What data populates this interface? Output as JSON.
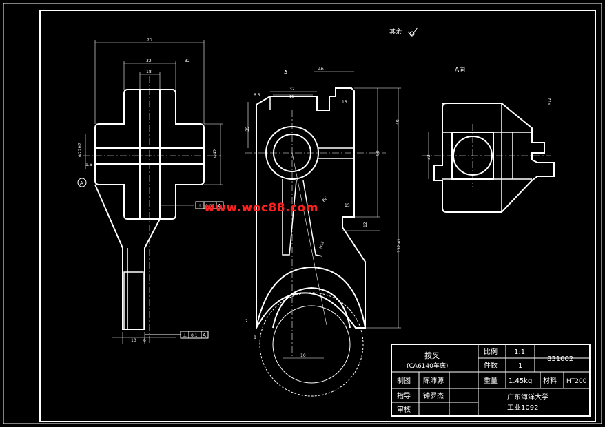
{
  "drawing": {
    "surface_note": "其余",
    "view_a_marker": "A",
    "view_a_title": "A向",
    "section_marker": "A"
  },
  "watermark": "www.woc88.com",
  "dimensions": {
    "d70": "70",
    "d32a": "32",
    "d32b": "32",
    "d18": "18",
    "d32c": "32",
    "d16": "16",
    "d15": "15",
    "d35": "35",
    "d40": "40",
    "d90": "90",
    "d42": "Φ42",
    "d46": "46",
    "d12": "12",
    "d15b": "15",
    "d13241": "132.41",
    "d10": "10",
    "d8": "8",
    "d6": "6",
    "d2": "2",
    "d65": "6.5",
    "d16b": "1.6",
    "d32d": "32",
    "dR": "R6",
    "dtol": "Φ22H7",
    "dM": "M12"
  },
  "gdt": {
    "frame1": [
      "⊥",
      "0.08",
      "A"
    ],
    "frame2": [
      "⊥",
      "0.1",
      "A"
    ]
  },
  "title_block": {
    "part_name": "拨叉",
    "machine": "(CA6140车床)",
    "scale_label": "比例",
    "scale_value": "1:1",
    "qty_label": "件数",
    "qty_value": "1",
    "drawing_no": "831002",
    "drawn_label": "制图",
    "drawn_by": "陈沛源",
    "weight_label": "重量",
    "weight_value": "1.45kg",
    "material_label": "材料",
    "material_value": "HT200",
    "advisor_label": "指导",
    "advisor": "钟罗杰",
    "school": "广东海洋大学",
    "class": "工业1092",
    "review_label": "审核"
  },
  "colors": {
    "background": "#000000",
    "line": "#ffffff",
    "watermark": "#ff2020"
  }
}
